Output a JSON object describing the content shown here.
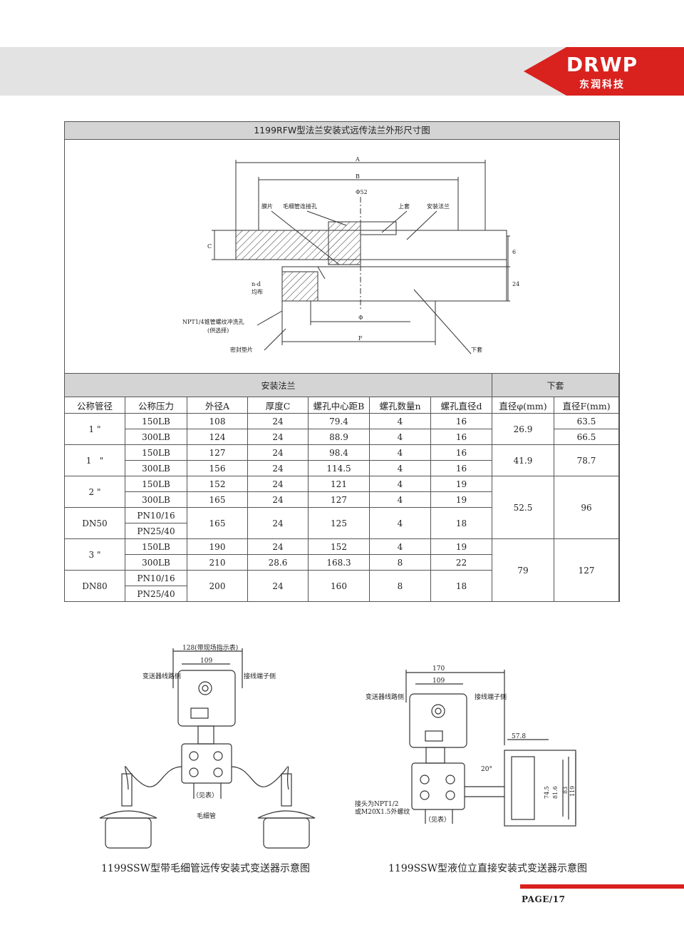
{
  "brand": {
    "mark": "DRWP",
    "name_cn": "东润科技"
  },
  "spec": {
    "title": "1199RFW型法兰安装式远传法兰外形尺寸图",
    "drawing_labels": {
      "A": "A",
      "B": "B",
      "phi52": "Φ52",
      "membrane": "膜片",
      "capillary_hole": "毛细管连接孔",
      "upper_sleeve": "上套",
      "mount_flange": "安装法兰",
      "C": "C",
      "nd": "n-d",
      "even": "均布",
      "npt": "NPT1/4锥管螺纹冲洗孔",
      "optional": "(供选择)",
      "phi": "Φ",
      "gasket": "密封垫片",
      "F": "F",
      "lower_sleeve": "下套",
      "dim6": "6",
      "dim24": "24"
    },
    "group_headers": {
      "flange": "安装法兰",
      "sleeve": "下套"
    },
    "columns": [
      "公称管径",
      "公称压力",
      "外径A",
      "厚度C",
      "螺孔中心距B",
      "螺孔数量n",
      "螺孔直径d",
      "直径φ(mm)",
      "直径F(mm)"
    ],
    "groups": [
      {
        "size": "1 \"",
        "rows": [
          {
            "pressure": "150LB",
            "A": "108",
            "C": "24",
            "B": "79.4",
            "n": "4",
            "d": "16",
            "F": "63.5"
          },
          {
            "pressure": "300LB",
            "A": "124",
            "C": "24",
            "B": "88.9",
            "n": "4",
            "d": "16",
            "F": "66.5"
          }
        ],
        "phi": "26.9"
      },
      {
        "size": "1   \"",
        "rows": [
          {
            "pressure": "150LB",
            "A": "127",
            "C": "24",
            "B": "98.4",
            "n": "4",
            "d": "16"
          },
          {
            "pressure": "300LB",
            "A": "156",
            "C": "24",
            "B": "114.5",
            "n": "4",
            "d": "16"
          }
        ],
        "phi": "41.9",
        "F": "78.7"
      },
      {
        "size": "2 \"",
        "rows": [
          {
            "pressure": "150LB",
            "A": "152",
            "C": "24",
            "B": "121",
            "n": "4",
            "d": "19"
          },
          {
            "pressure": "300LB",
            "A": "165",
            "C": "24",
            "B": "127",
            "n": "4",
            "d": "19"
          }
        ]
      },
      {
        "size": "DN50",
        "rows": [
          {
            "pressure": "PN10/16"
          },
          {
            "pressure": "PN25/40"
          }
        ],
        "A": "165",
        "C": "24",
        "B": "125",
        "n": "4",
        "d": "18"
      },
      {
        "size": "3 \"",
        "rows": [
          {
            "pressure": "150LB",
            "A": "190",
            "C": "24",
            "B": "152",
            "n": "4",
            "d": "19"
          },
          {
            "pressure": "300LB",
            "A": "210",
            "C": "28.6",
            "B": "168.3",
            "n": "8",
            "d": "22"
          }
        ]
      },
      {
        "size": "DN80",
        "rows": [
          {
            "pressure": "PN10/16"
          },
          {
            "pressure": "PN25/40"
          }
        ],
        "A": "200",
        "C": "24",
        "B": "160",
        "n": "8",
        "d": "18"
      }
    ],
    "merged": {
      "phi_2in_dn50": "52.5",
      "F_2in_dn50": "96",
      "phi_3in_dn80": "79",
      "F_3in_dn80": "127"
    }
  },
  "left_fig": {
    "dim_top": "128(带现场指示表)",
    "dim_109": "109",
    "label_left": "变送器线路侧",
    "label_right": "接线端子侧",
    "see_table": "（见表）",
    "capillary": "毛细管",
    "caption": "1199SSW型带毛细管远传安装式变送器示意图"
  },
  "right_fig": {
    "dim_170": "170",
    "dim_109": "109",
    "label_left": "变送器线路侧",
    "label_right": "接线端子侧",
    "dim_578": "57.8",
    "angle": "20°",
    "d745": "74.5",
    "d816": "81.6",
    "d83": "83",
    "d119": "119",
    "joint1": "接头为NPT1/2",
    "joint2": "或M20X1.5外螺纹",
    "see_table": "（见表）",
    "caption": "1199SSW型液位立直接安装式变送器示意图"
  },
  "footer": {
    "page": "PAGE/17"
  }
}
